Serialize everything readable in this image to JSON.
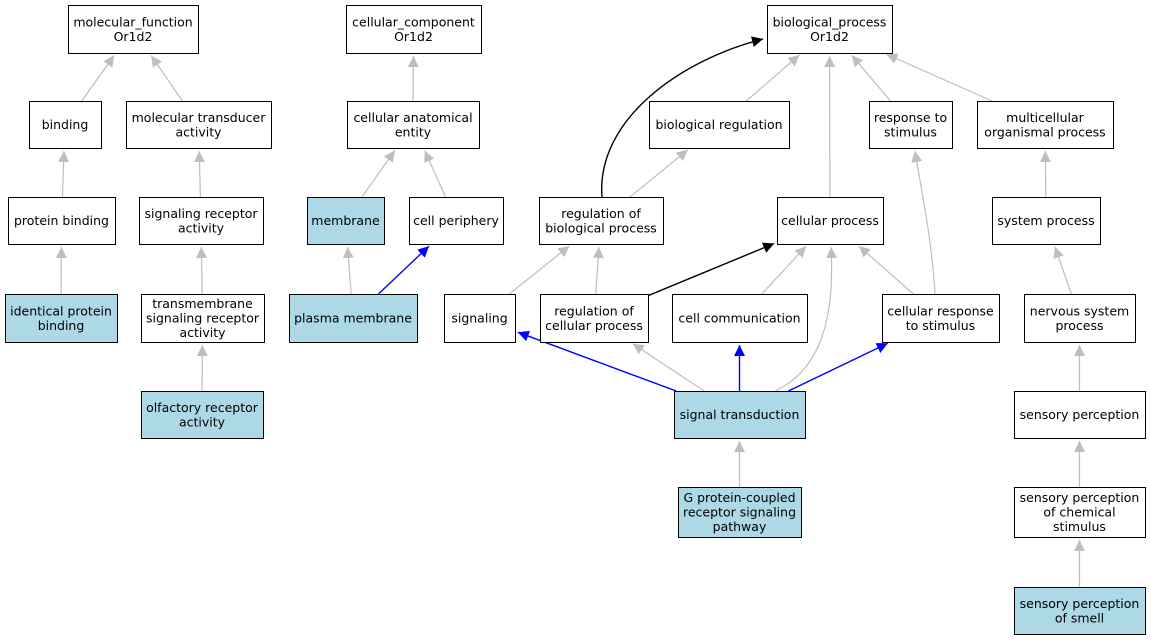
{
  "colors": {
    "highlight_fill": "#add8e6",
    "default_fill": "#ffffff",
    "border": "#000000",
    "gray_edge": "#bebebe",
    "black_edge": "#000000",
    "blue_edge": "#0000ff"
  },
  "nodes": [
    {
      "id": "mf",
      "lines": [
        "molecular_function",
        "Or1d2"
      ],
      "highlight": false
    },
    {
      "id": "cc",
      "lines": [
        "cellular_component",
        "Or1d2"
      ],
      "highlight": false
    },
    {
      "id": "bp",
      "lines": [
        "biological_process",
        "Or1d2"
      ],
      "highlight": false
    },
    {
      "id": "binding",
      "lines": [
        "binding"
      ],
      "highlight": false
    },
    {
      "id": "mta",
      "lines": [
        "molecular transducer",
        "activity"
      ],
      "highlight": false
    },
    {
      "id": "cae",
      "lines": [
        "cellular anatomical",
        "entity"
      ],
      "highlight": false
    },
    {
      "id": "bioreg",
      "lines": [
        "biological regulation"
      ],
      "highlight": false
    },
    {
      "id": "rts",
      "lines": [
        "response to",
        "stimulus"
      ],
      "highlight": false
    },
    {
      "id": "mop",
      "lines": [
        "multicellular",
        "organismal process"
      ],
      "highlight": false
    },
    {
      "id": "protbind",
      "lines": [
        "protein binding"
      ],
      "highlight": false
    },
    {
      "id": "sra",
      "lines": [
        "signaling receptor",
        "activity"
      ],
      "highlight": false
    },
    {
      "id": "membrane",
      "lines": [
        "membrane"
      ],
      "highlight": true
    },
    {
      "id": "cellper",
      "lines": [
        "cell periphery"
      ],
      "highlight": false
    },
    {
      "id": "rbp",
      "lines": [
        "regulation of",
        "biological process"
      ],
      "highlight": false
    },
    {
      "id": "cellproc",
      "lines": [
        "cellular process"
      ],
      "highlight": false
    },
    {
      "id": "sysproc",
      "lines": [
        "system process"
      ],
      "highlight": false
    },
    {
      "id": "ipb",
      "lines": [
        "identical protein",
        "binding"
      ],
      "highlight": true
    },
    {
      "id": "tmsra",
      "lines": [
        "transmembrane",
        "signaling receptor",
        "activity"
      ],
      "highlight": false
    },
    {
      "id": "pm",
      "lines": [
        "plasma membrane"
      ],
      "highlight": true
    },
    {
      "id": "signaling",
      "lines": [
        "signaling"
      ],
      "highlight": false
    },
    {
      "id": "rcp",
      "lines": [
        "regulation of",
        "cellular process"
      ],
      "highlight": false
    },
    {
      "id": "cellcomm",
      "lines": [
        "cell communication"
      ],
      "highlight": false
    },
    {
      "id": "crs",
      "lines": [
        "cellular response",
        "to stimulus"
      ],
      "highlight": false
    },
    {
      "id": "nsp",
      "lines": [
        "nervous system",
        "process"
      ],
      "highlight": false
    },
    {
      "id": "ora",
      "lines": [
        "olfactory receptor",
        "activity"
      ],
      "highlight": true
    },
    {
      "id": "st",
      "lines": [
        "signal transduction"
      ],
      "highlight": true
    },
    {
      "id": "sp",
      "lines": [
        "sensory perception"
      ],
      "highlight": false
    },
    {
      "id": "gpcr",
      "lines": [
        "G protein-coupled",
        "receptor signaling",
        "pathway"
      ],
      "highlight": true
    },
    {
      "id": "spcs",
      "lines": [
        "sensory perception",
        "of chemical",
        "stimulus"
      ],
      "highlight": false
    },
    {
      "id": "sps",
      "lines": [
        "sensory perception",
        "of smell"
      ],
      "highlight": true
    }
  ],
  "edges": [
    {
      "from": "binding",
      "to": "mf",
      "kind": "gray"
    },
    {
      "from": "mta",
      "to": "mf",
      "kind": "gray"
    },
    {
      "from": "protbind",
      "to": "binding",
      "kind": "gray"
    },
    {
      "from": "ipb",
      "to": "protbind",
      "kind": "gray"
    },
    {
      "from": "sra",
      "to": "mta",
      "kind": "gray"
    },
    {
      "from": "tmsra",
      "to": "sra",
      "kind": "gray"
    },
    {
      "from": "ora",
      "to": "tmsra",
      "kind": "gray"
    },
    {
      "from": "cae",
      "to": "cc",
      "kind": "gray"
    },
    {
      "from": "membrane",
      "to": "cae",
      "kind": "gray"
    },
    {
      "from": "cellper",
      "to": "cae",
      "kind": "gray"
    },
    {
      "from": "pm",
      "to": "membrane",
      "kind": "gray"
    },
    {
      "from": "pm",
      "to": "cellper",
      "kind": "blue"
    },
    {
      "from": "bioreg",
      "to": "bp",
      "kind": "gray"
    },
    {
      "from": "cellproc",
      "to": "bp",
      "kind": "gray"
    },
    {
      "from": "rts",
      "to": "bp",
      "kind": "gray"
    },
    {
      "from": "mop",
      "to": "bp",
      "kind": "gray"
    },
    {
      "from": "rbp",
      "to": "bp",
      "kind": "black"
    },
    {
      "from": "rbp",
      "to": "bioreg",
      "kind": "gray"
    },
    {
      "from": "signaling",
      "to": "rbp",
      "kind": "gray"
    },
    {
      "from": "rcp",
      "to": "rbp",
      "kind": "gray"
    },
    {
      "from": "rcp",
      "to": "cellproc",
      "kind": "black"
    },
    {
      "from": "cellcomm",
      "to": "cellproc",
      "kind": "gray"
    },
    {
      "from": "crs",
      "to": "cellproc",
      "kind": "gray"
    },
    {
      "from": "crs",
      "to": "rts",
      "kind": "gray"
    },
    {
      "from": "st",
      "to": "signaling",
      "kind": "blue"
    },
    {
      "from": "st",
      "to": "rcp",
      "kind": "gray"
    },
    {
      "from": "st",
      "to": "cellcomm",
      "kind": "blue"
    },
    {
      "from": "st",
      "to": "crs",
      "kind": "blue"
    },
    {
      "from": "st",
      "to": "cellproc",
      "kind": "gray"
    },
    {
      "from": "gpcr",
      "to": "st",
      "kind": "gray"
    },
    {
      "from": "sysproc",
      "to": "mop",
      "kind": "gray"
    },
    {
      "from": "nsp",
      "to": "sysproc",
      "kind": "gray"
    },
    {
      "from": "sp",
      "to": "nsp",
      "kind": "gray"
    },
    {
      "from": "spcs",
      "to": "sp",
      "kind": "gray"
    },
    {
      "from": "sps",
      "to": "spcs",
      "kind": "gray"
    }
  ]
}
